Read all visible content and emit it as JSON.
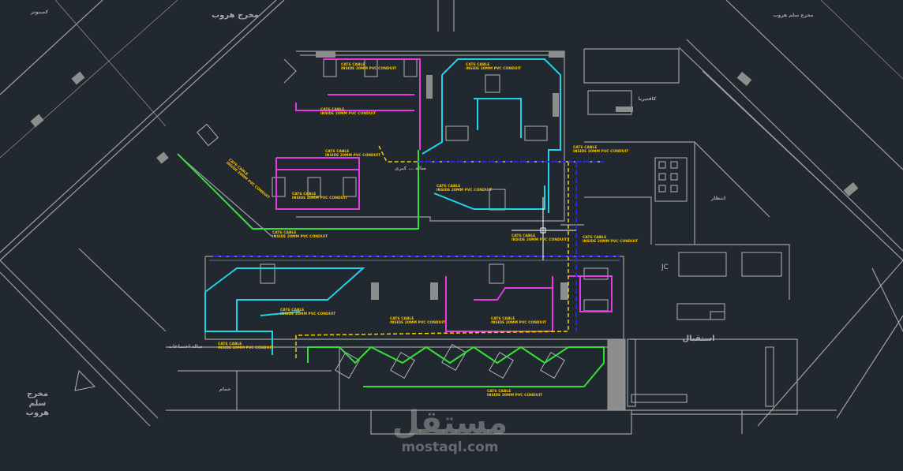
{
  "drawing": {
    "colors": {
      "background": "#212830",
      "walls": "#a0a0a0",
      "cable_magenta": "#e23ce2",
      "cable_cyan": "#22d3e6",
      "cable_green": "#35e035",
      "trunk_yellow": "#f0d000",
      "trunk_blue": "#2828e0",
      "label": "#f4c400"
    },
    "cable_label": {
      "line1": "CAT6 CABLE",
      "line2": "INSIDE 20MM PVC CONDUIT"
    },
    "rooms": {
      "exit_top_left": "مخرج هروب",
      "computer_room": "كمبيوتر",
      "exit_stair_bottom_left": "مخرج سلم هروب",
      "exit_stair_top_right": "مخرج سلم هروب",
      "main_hall": "صالة ... كبرى",
      "cafeteria": "كافتيريا",
      "reception": "استقبال",
      "jc": "JC",
      "meeting": "صالة اجتماعات",
      "waiting": "انتظار",
      "bath": "حمام"
    }
  },
  "watermark": {
    "logo": "مستقل",
    "site": "mostaql.com"
  }
}
